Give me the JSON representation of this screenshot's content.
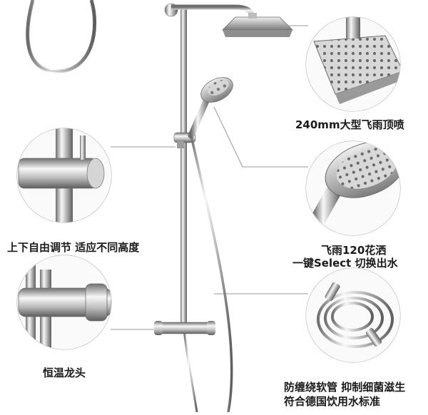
{
  "labels": {
    "rain_head": "240mm大型飞雨顶喷",
    "height_adjust": "上下自由调节 适应不同高度",
    "hand_shower_line1": "飞雨120花洒",
    "hand_shower_line2": "一键Select 切换出水",
    "thermostat": "恒温龙头",
    "hose_line1": "防缠绕软管 抑制细菌滋生",
    "hose_line2": "符合德国饮用水标准"
  },
  "colors": {
    "chrome_light": "#f4f4f4",
    "chrome_mid": "#c9c9c9",
    "chrome_dark": "#7c7c7c",
    "leader_line": "#9a9a9a",
    "circle_border": "#b8b8b8"
  }
}
